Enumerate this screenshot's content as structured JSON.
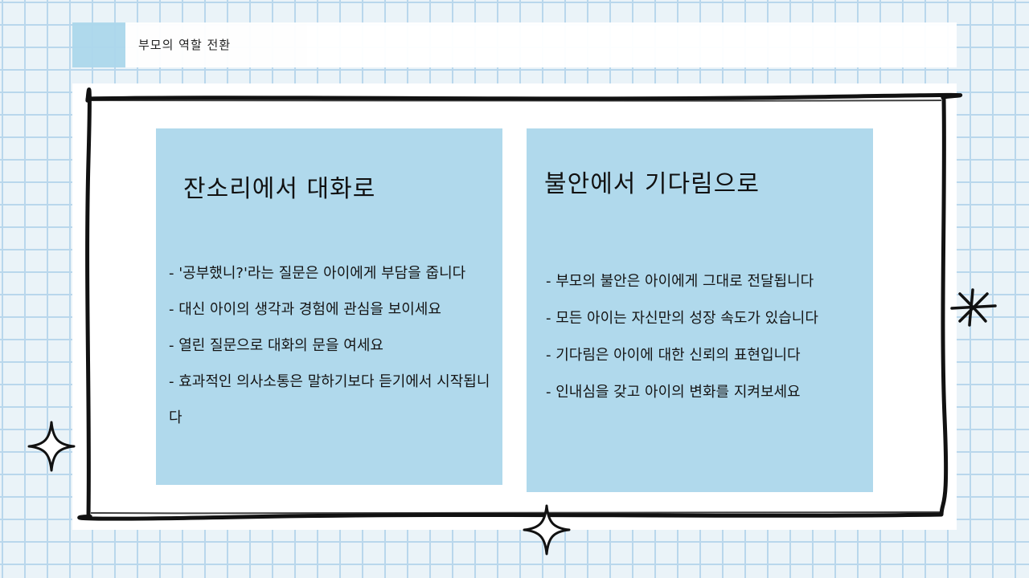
{
  "header": {
    "title": "부모의 역할 전환"
  },
  "cards": [
    {
      "title": "잔소리에서 대화로",
      "bullets": [
        "- '공부했니?'라는 질문은 아이에게 부담을 줍니다",
        "- 대신 아이의 생각과 경험에 관심을 보이세요",
        "- 열린 질문으로 대화의 문을 여세요",
        "- 효과적인 의사소통은 말하기보다 듣기에서 시작됩니다"
      ]
    },
    {
      "title": "불안에서 기다림으로",
      "bullets": [
        "- 부모의 불안은 아이에게 그대로 전달됩니다",
        "- 모든 아이는 자신만의 성장 속도가 있습니다",
        "- 기다림은 아이에 대한 신뢰의 표현입니다",
        "- 인내심을 갖고 아이의 변화를 지켜보세요"
      ]
    }
  ],
  "colors": {
    "background": "#eaf3f8",
    "grid": "#b9d7ec",
    "card": "#b0d9ec",
    "frame": "#111111"
  },
  "decorations": [
    "sparkle-left-icon",
    "sparkle-bottom-icon",
    "asterisk-right-icon"
  ]
}
